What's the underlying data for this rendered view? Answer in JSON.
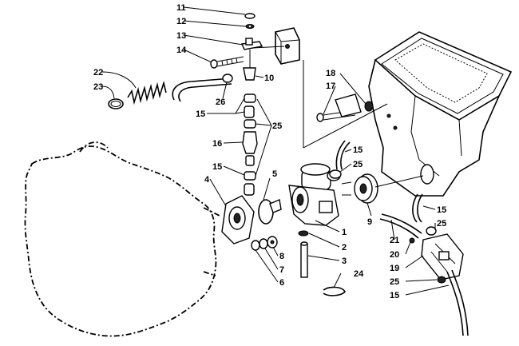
{
  "callouts": [
    {
      "id": "c11",
      "text": "11"
    },
    {
      "id": "c12",
      "text": "12"
    },
    {
      "id": "c13",
      "text": "13"
    },
    {
      "id": "c14",
      "text": "14"
    },
    {
      "id": "c10",
      "text": "10"
    },
    {
      "id": "c22",
      "text": "22"
    },
    {
      "id": "c23",
      "text": "23"
    },
    {
      "id": "c26",
      "text": "26"
    },
    {
      "id": "c15a",
      "text": "15"
    },
    {
      "id": "c25a",
      "text": "25"
    },
    {
      "id": "c16",
      "text": "16"
    },
    {
      "id": "c15b",
      "text": "15"
    },
    {
      "id": "c4",
      "text": "4"
    },
    {
      "id": "c5",
      "text": "5"
    },
    {
      "id": "c18",
      "text": "18"
    },
    {
      "id": "c17",
      "text": "17"
    },
    {
      "id": "c15c",
      "text": "15"
    },
    {
      "id": "c25b",
      "text": "25"
    },
    {
      "id": "c9",
      "text": "9"
    },
    {
      "id": "c15d",
      "text": "15"
    },
    {
      "id": "c25c",
      "text": "25"
    },
    {
      "id": "c1",
      "text": "1"
    },
    {
      "id": "c2",
      "text": "2"
    },
    {
      "id": "c3",
      "text": "3"
    },
    {
      "id": "c8",
      "text": "8"
    },
    {
      "id": "c7",
      "text": "7"
    },
    {
      "id": "c6",
      "text": "6"
    },
    {
      "id": "c24",
      "text": "24"
    },
    {
      "id": "c21",
      "text": "21"
    },
    {
      "id": "c20",
      "text": "20"
    },
    {
      "id": "c19",
      "text": "19"
    },
    {
      "id": "c25d",
      "text": "25"
    },
    {
      "id": "c15e",
      "text": "15"
    }
  ]
}
